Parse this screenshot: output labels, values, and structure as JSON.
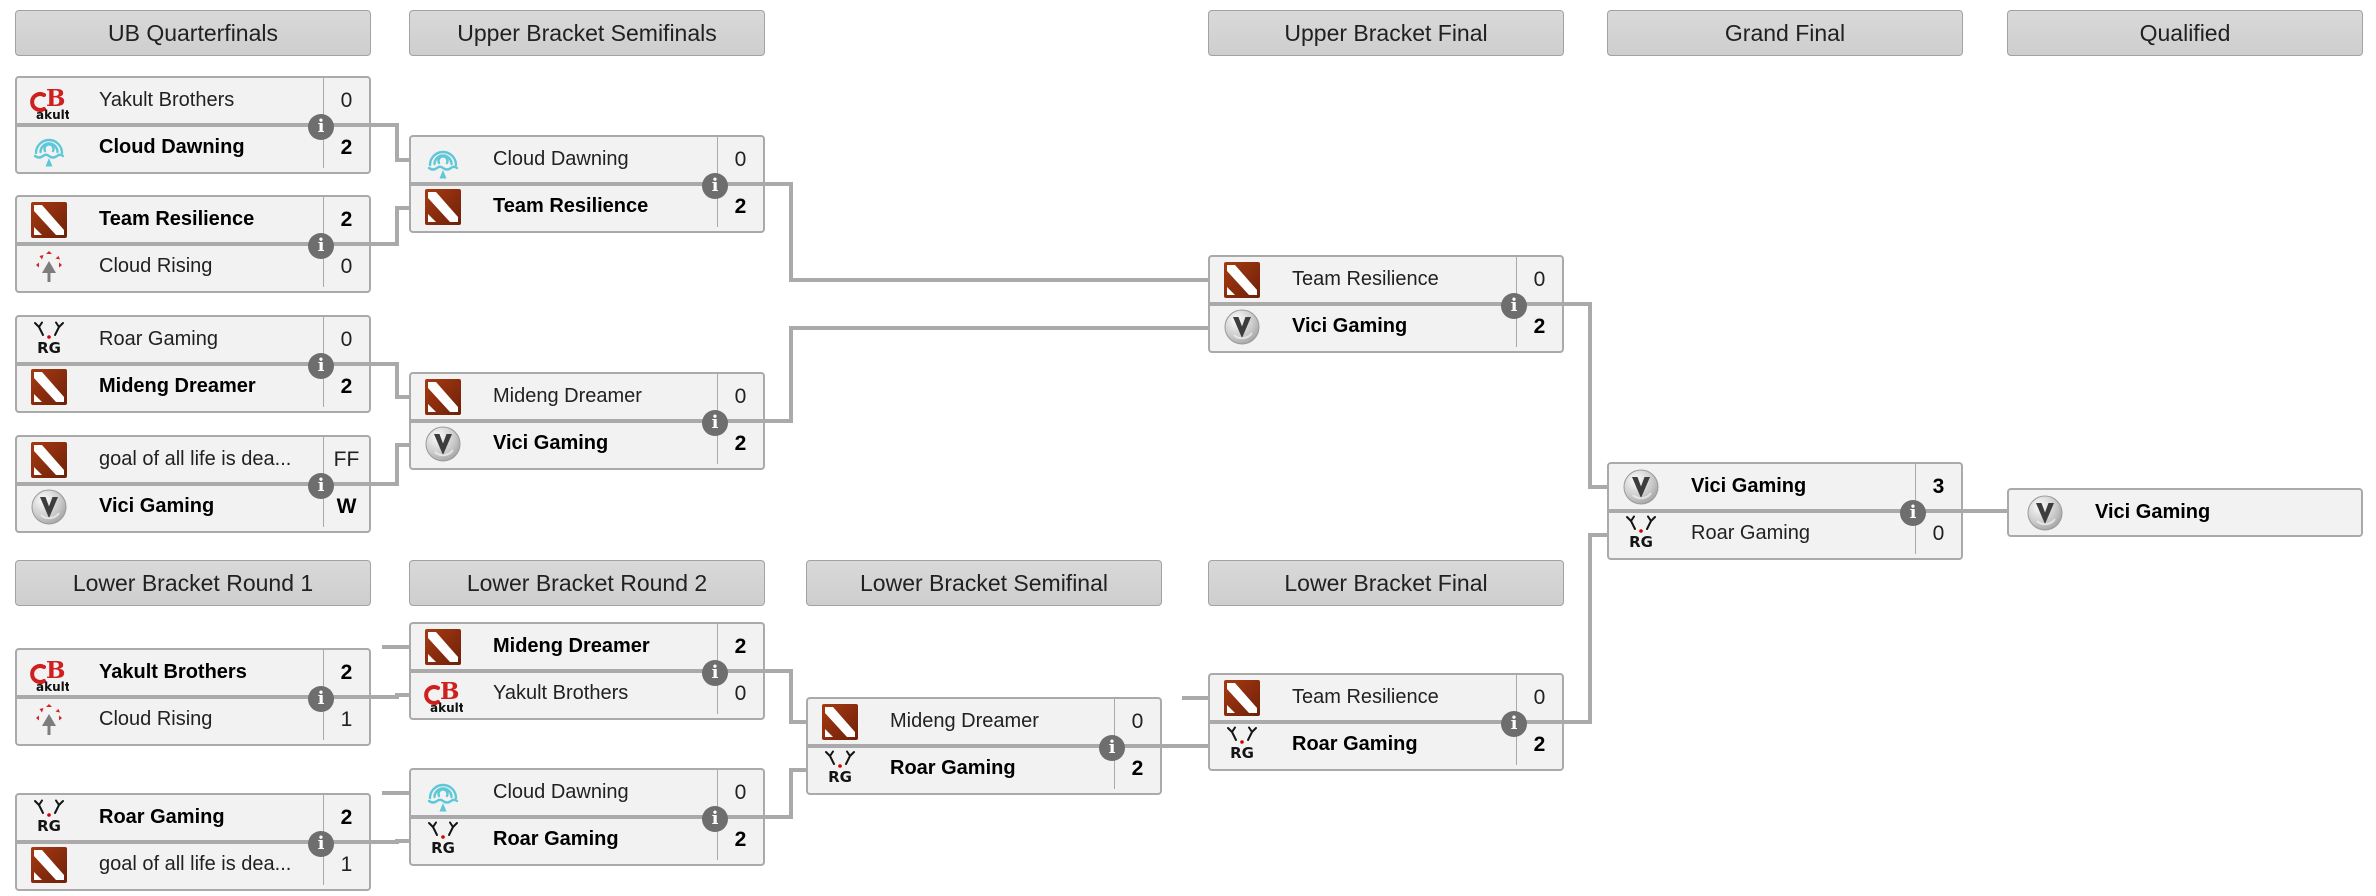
{
  "colors": {
    "page_bg": "#ffffff",
    "header_bg": "#d3d3d3",
    "box_bg": "#f2f2f2",
    "border": "#aaaaaa",
    "connector": "#aaaaaa",
    "text": "#202122",
    "winner_text": "#000000",
    "info_icon_bg": "#6e6e6e",
    "dota_logo_red": "#8f2b0f",
    "cloud_dawning_teal": "#5ec8d8",
    "cloud_rising_red": "#cf2525",
    "yakult_red": "#cf1f1f"
  },
  "icons": {
    "info_glyph": "i",
    "info": "info-icon",
    "team_logos": [
      "dota2",
      "yakult-brothers",
      "cloud-dawning",
      "cloud-rising",
      "roar-gaming",
      "vici-gaming"
    ]
  },
  "headers": {
    "ub_quarterfinals": "UB Quarterfinals",
    "ub_semifinals": "Upper Bracket Semifinals",
    "ub_final": "Upper Bracket Final",
    "grand_final": "Grand Final",
    "qualified": "Qualified",
    "lb_round1": "Lower Bracket Round 1",
    "lb_round2": "Lower Bracket Round 2",
    "lb_semifinal": "Lower Bracket Semifinal",
    "lb_final": "Lower Bracket Final"
  },
  "matches": {
    "ubqf1": {
      "top": {
        "name": "Yakult Brothers",
        "score": "0",
        "winner": false,
        "icon": "yakult-brothers"
      },
      "bottom": {
        "name": "Cloud Dawning",
        "score": "2",
        "winner": true,
        "icon": "cloud-dawning"
      }
    },
    "ubqf2": {
      "top": {
        "name": "Team Resilience",
        "score": "2",
        "winner": true,
        "icon": "dota2"
      },
      "bottom": {
        "name": "Cloud Rising",
        "score": "0",
        "winner": false,
        "icon": "cloud-rising"
      }
    },
    "ubqf3": {
      "top": {
        "name": "Roar Gaming",
        "score": "0",
        "winner": false,
        "icon": "roar-gaming"
      },
      "bottom": {
        "name": "Mideng Dreamer",
        "score": "2",
        "winner": true,
        "icon": "dota2"
      }
    },
    "ubqf4": {
      "top": {
        "name": "goal of all life is dea...",
        "score": "FF",
        "winner": false,
        "icon": "dota2"
      },
      "bottom": {
        "name": "Vici Gaming",
        "score": "W",
        "winner": true,
        "icon": "vici-gaming"
      }
    },
    "ubsf1": {
      "top": {
        "name": "Cloud Dawning",
        "score": "0",
        "winner": false,
        "icon": "cloud-dawning"
      },
      "bottom": {
        "name": "Team Resilience",
        "score": "2",
        "winner": true,
        "icon": "dota2"
      }
    },
    "ubsf2": {
      "top": {
        "name": "Mideng Dreamer",
        "score": "0",
        "winner": false,
        "icon": "dota2"
      },
      "bottom": {
        "name": "Vici Gaming",
        "score": "2",
        "winner": true,
        "icon": "vici-gaming"
      }
    },
    "ubf": {
      "top": {
        "name": "Team Resilience",
        "score": "0",
        "winner": false,
        "icon": "dota2"
      },
      "bottom": {
        "name": "Vici Gaming",
        "score": "2",
        "winner": true,
        "icon": "vici-gaming"
      }
    },
    "gf": {
      "top": {
        "name": "Vici Gaming",
        "score": "3",
        "winner": true,
        "icon": "vici-gaming"
      },
      "bottom": {
        "name": "Roar Gaming",
        "score": "0",
        "winner": false,
        "icon": "roar-gaming"
      }
    },
    "lbr1m1": {
      "top": {
        "name": "Yakult Brothers",
        "score": "2",
        "winner": true,
        "icon": "yakult-brothers"
      },
      "bottom": {
        "name": "Cloud Rising",
        "score": "1",
        "winner": false,
        "icon": "cloud-rising"
      }
    },
    "lbr1m2": {
      "top": {
        "name": "Roar Gaming",
        "score": "2",
        "winner": true,
        "icon": "roar-gaming"
      },
      "bottom": {
        "name": "goal of all life is dea...",
        "score": "1",
        "winner": false,
        "icon": "dota2"
      }
    },
    "lbr2m1": {
      "top": {
        "name": "Mideng Dreamer",
        "score": "2",
        "winner": true,
        "icon": "dota2"
      },
      "bottom": {
        "name": "Yakult Brothers",
        "score": "0",
        "winner": false,
        "icon": "yakult-brothers"
      }
    },
    "lbr2m2": {
      "top": {
        "name": "Cloud Dawning",
        "score": "0",
        "winner": false,
        "icon": "cloud-dawning"
      },
      "bottom": {
        "name": "Roar Gaming",
        "score": "2",
        "winner": true,
        "icon": "roar-gaming"
      }
    },
    "lbsf": {
      "top": {
        "name": "Mideng Dreamer",
        "score": "0",
        "winner": false,
        "icon": "dota2"
      },
      "bottom": {
        "name": "Roar Gaming",
        "score": "2",
        "winner": true,
        "icon": "roar-gaming"
      }
    },
    "lbf": {
      "top": {
        "name": "Team Resilience",
        "score": "0",
        "winner": false,
        "icon": "dota2"
      },
      "bottom": {
        "name": "Roar Gaming",
        "score": "2",
        "winner": true,
        "icon": "roar-gaming"
      }
    }
  },
  "qualified": {
    "name": "Vici Gaming",
    "winner": true,
    "icon": "vici-gaming"
  }
}
